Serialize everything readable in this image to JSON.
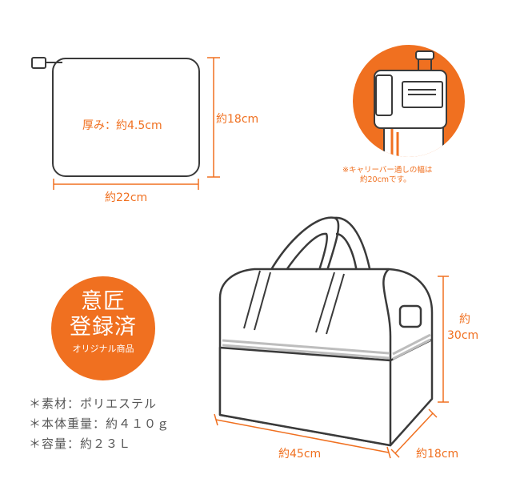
{
  "colors": {
    "accent": "#f07020",
    "outline": "#3a3a3a",
    "stripe": "#bdbdbd"
  },
  "pouch": {
    "thickness": "厚み：約4.5cm",
    "height": "約18cm",
    "width": "約22cm"
  },
  "carrier_note": {
    "line1": "※キャリーバー通しの幅は",
    "line2": "約20cmです。"
  },
  "badge": {
    "line1": "意匠",
    "line2": "登録済",
    "line3": "オリジナル商品"
  },
  "bag": {
    "height_line1": "約",
    "height_line2": "30cm",
    "width": "約45cm",
    "depth": "約18cm"
  },
  "specs": [
    "＊素材：ポリエステル",
    "＊本体重量：約４１０ｇ",
    "＊容量：約２３Ｌ"
  ]
}
